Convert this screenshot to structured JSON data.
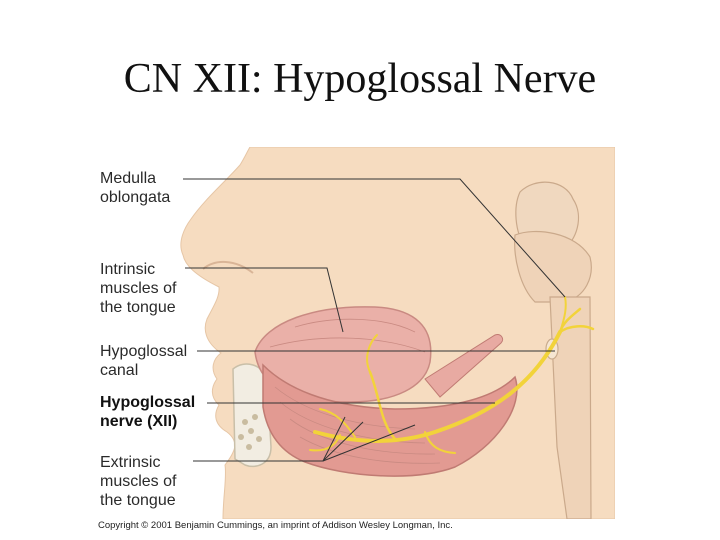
{
  "slide": {
    "title": "CN XII: Hypoglossal Nerve"
  },
  "figure": {
    "labels": [
      {
        "key": "medulla",
        "line1": "Medulla",
        "line2": "oblongata",
        "line3": ""
      },
      {
        "key": "intrinsic",
        "line1": "Intrinsic",
        "line2": "muscles of",
        "line3": "the tongue"
      },
      {
        "key": "canal",
        "line1": "Hypoglossal",
        "line2": "canal",
        "line3": ""
      },
      {
        "key": "nerve",
        "line1": "Hypoglossal",
        "line2": "nerve (XII)",
        "line3": ""
      },
      {
        "key": "extrinsic",
        "line1": "Extrinsic",
        "line2": "muscles of",
        "line3": "the tongue"
      }
    ],
    "copyright": "Copyright © 2001 Benjamin Cummings, an imprint of Addison Wesley Longman, Inc."
  },
  "colors": {
    "skin": "#f6dcc0",
    "muscle": "#e7a7a0",
    "nerve": "#f2d33a",
    "brainstem": "#efd3b8",
    "leader_line": "#333333"
  }
}
